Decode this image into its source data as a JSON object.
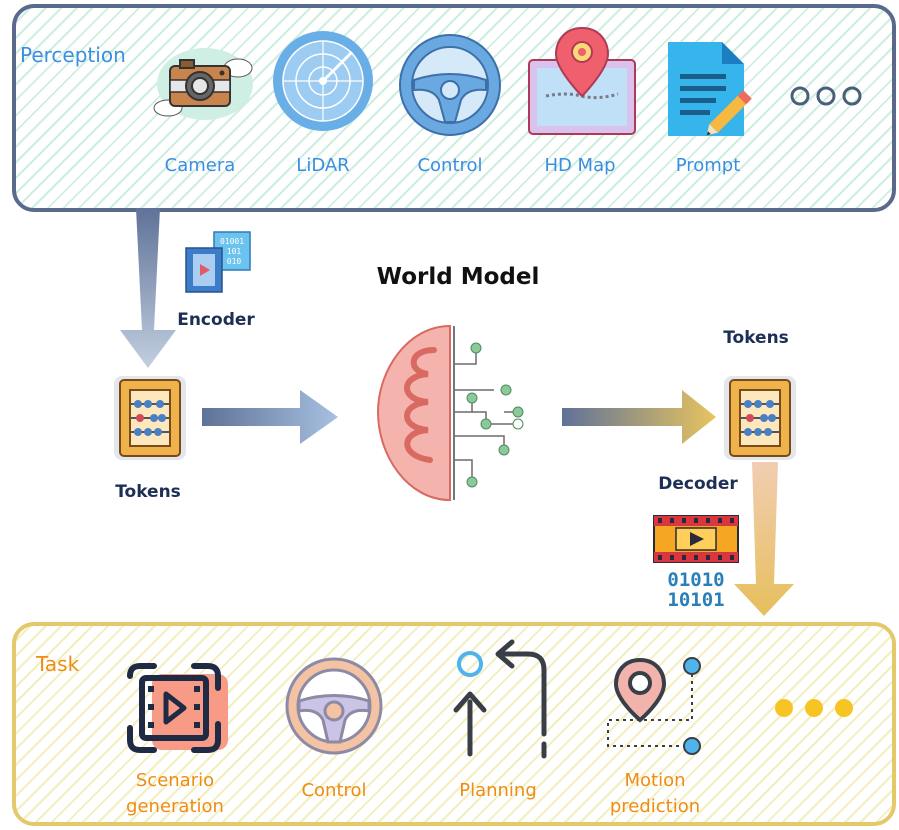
{
  "perception": {
    "title": "Perception",
    "items": [
      {
        "label": "Camera",
        "icon": "camera-icon"
      },
      {
        "label": "LiDAR",
        "icon": "radar-icon"
      },
      {
        "label": "Control",
        "icon": "steering-wheel-icon"
      },
      {
        "label": "HD Map",
        "icon": "map-pin-icon"
      },
      {
        "label": "Prompt",
        "icon": "document-pencil-icon"
      }
    ]
  },
  "model": {
    "title": "World Model",
    "encoder_label": "Encoder",
    "decoder_label": "Decoder",
    "tokens_in_label": "Tokens",
    "tokens_out_label": "Tokens"
  },
  "task": {
    "title": "Task",
    "items": [
      {
        "label": "Scenario\ngeneration",
        "icon": "video-play-icon"
      },
      {
        "label": "Control",
        "icon": "steering-wheel-icon"
      },
      {
        "label": "Planning",
        "icon": "route-arrows-icon"
      },
      {
        "label": "Motion\nprediction",
        "icon": "location-path-icon"
      }
    ]
  },
  "colors": {
    "perception_border": "#5a6a8c",
    "perception_text": "#3b8fe0",
    "task_border": "#e4c86c",
    "task_text": "#ef8c12",
    "navy_text": "#1d2f55",
    "brain": "#ef8e86"
  }
}
